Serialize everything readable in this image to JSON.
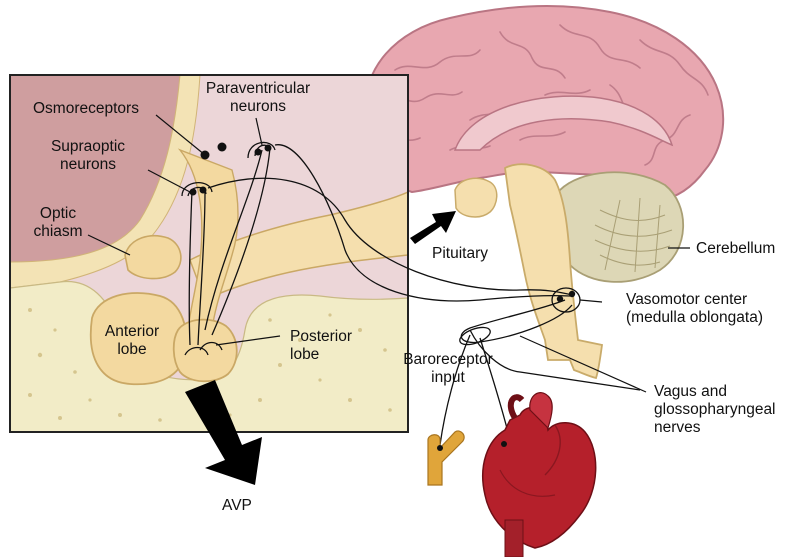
{
  "colors": {
    "brain": "#e8a7b0",
    "brain_dark": "#c97b8a",
    "tissue_pink": "#ecd6d8",
    "dark_pink": "#cf9e9f",
    "pituitary_tan": "#f3d9a0",
    "pituitary_outline": "#caa865",
    "bone": "#f2ecc7",
    "brainstem": "#f5dfae",
    "cerebellum": "#ddd7b6",
    "heart_red": "#b5202b",
    "arrow": "#000000"
  },
  "labels": {
    "osmoreceptors": "Osmoreceptors",
    "paraventricular": [
      "Paraventricular",
      "neurons"
    ],
    "supraoptic": [
      "Supraoptic",
      "neurons"
    ],
    "optic_chiasm": [
      "Optic",
      "chiasm"
    ],
    "anterior_lobe": [
      "Anterior",
      "lobe"
    ],
    "posterior_lobe": [
      "Posterior",
      "lobe"
    ],
    "avp": "AVP",
    "pituitary": "Pituitary",
    "cerebellum": "Cerebellum",
    "vasomotor_center": [
      "Vasomotor center",
      "(medulla oblongata)"
    ],
    "baroreceptor_input": [
      "Baroreceptor",
      "input"
    ],
    "vagus_nerves": [
      "Vagus and",
      "glossopharyngeal",
      "nerves"
    ]
  }
}
